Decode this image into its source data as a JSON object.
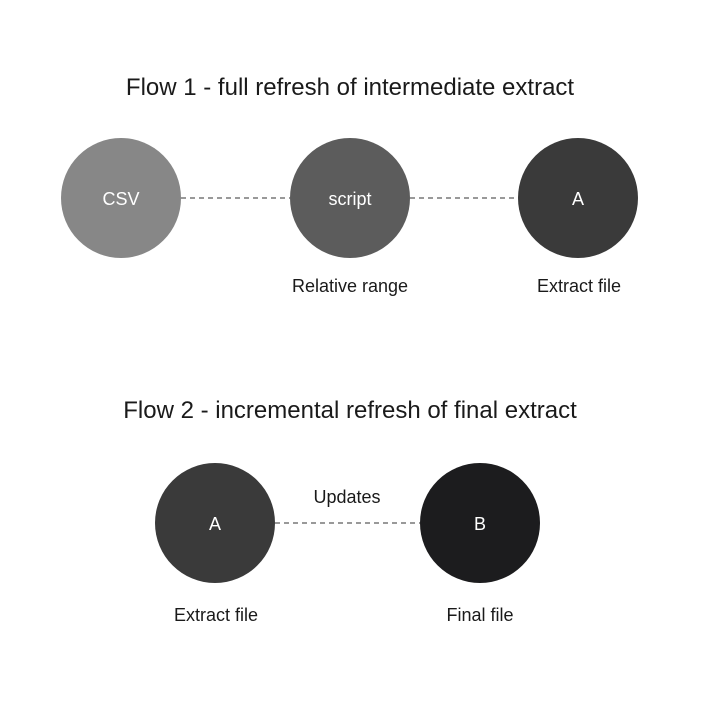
{
  "flow1": {
    "title": "Flow 1 - full refresh of intermediate extract",
    "nodes": [
      {
        "text": "CSV",
        "caption": "",
        "color": "#878787"
      },
      {
        "text": "script",
        "caption": "Relative range",
        "color": "#5c5c5c"
      },
      {
        "text": "A",
        "caption": "Extract file",
        "color": "#3a3a3a"
      }
    ]
  },
  "flow2": {
    "title": "Flow 2 - incremental refresh of final extract",
    "edge_label": "Updates",
    "nodes": [
      {
        "text": "A",
        "caption": "Extract file",
        "color": "#3a3a3a"
      },
      {
        "text": "B",
        "caption": "Final file",
        "color": "#1c1c1e"
      }
    ]
  }
}
